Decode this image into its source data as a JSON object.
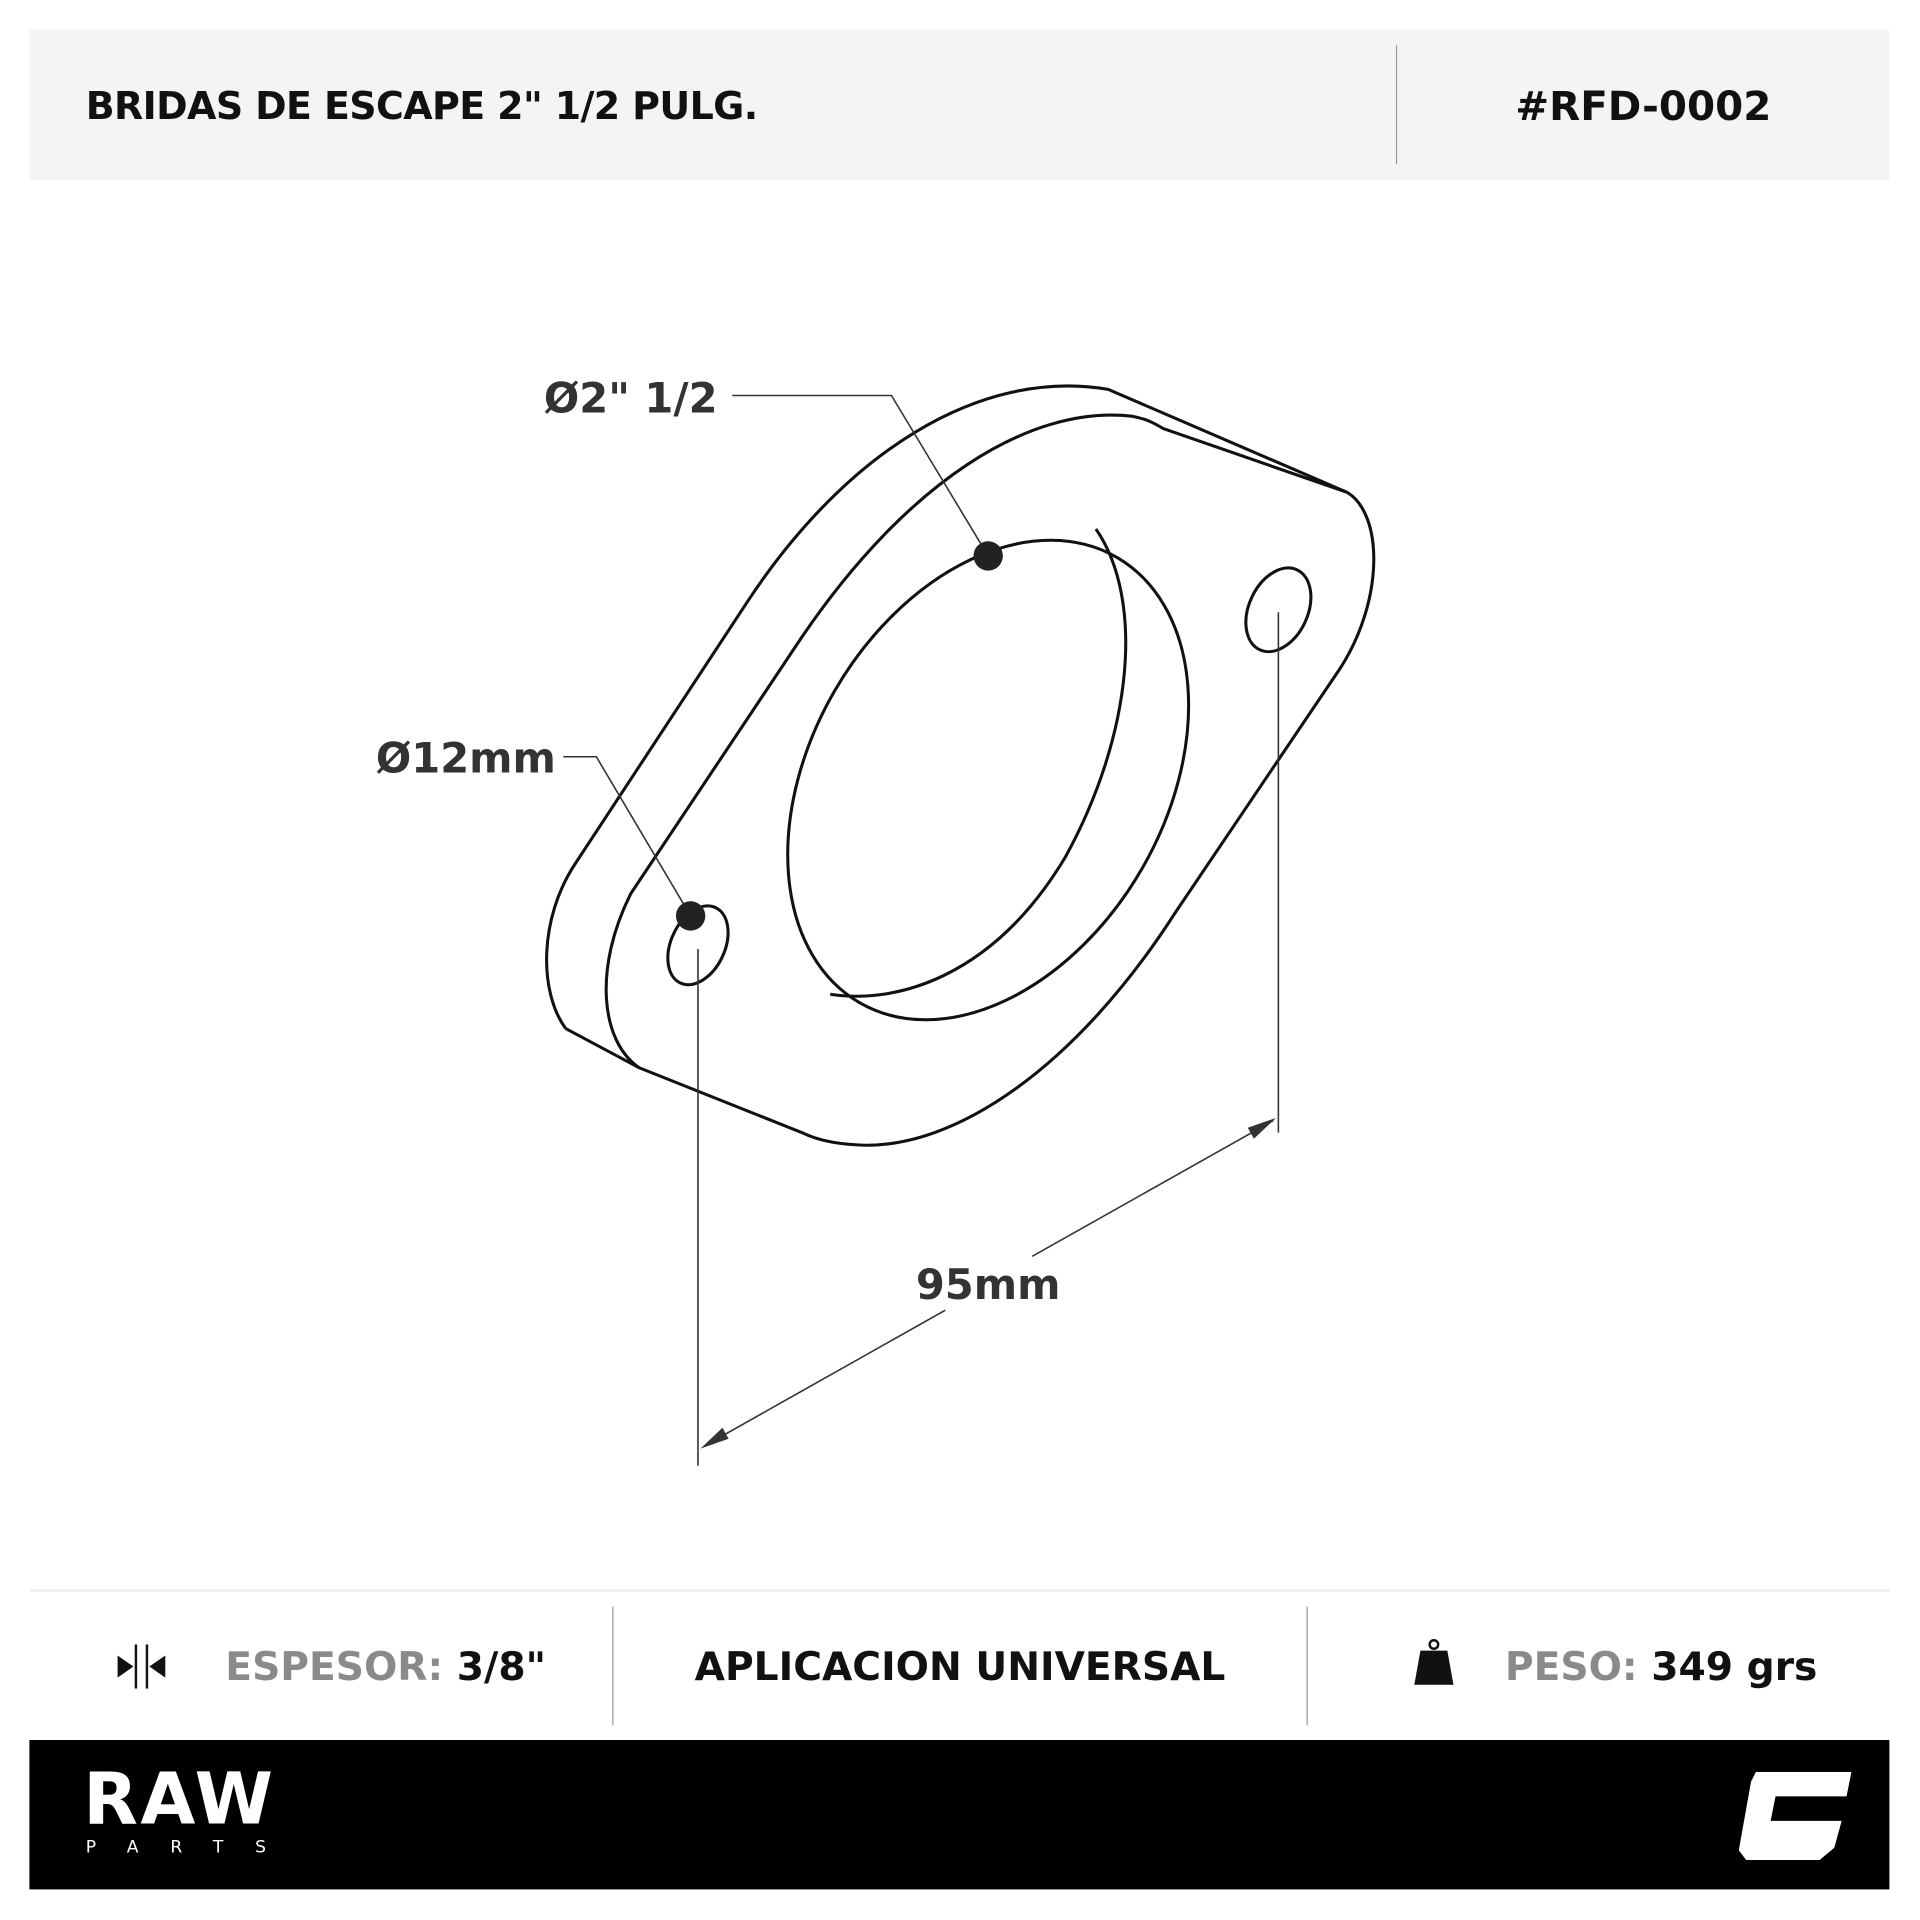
{
  "header": {
    "title": "BRIDAS DE ESCAPE 2\" 1/2 PULG.",
    "code": "#RFD-0002"
  },
  "drawing": {
    "bore_label": "Ø2\" 1/2",
    "hole_label": "Ø12mm",
    "spacing_label": "95mm"
  },
  "specs": {
    "thickness": {
      "icon": "thickness-icon",
      "key": "ESPESOR:",
      "value": "3/8\""
    },
    "application": "APLICACION UNIVERSAL",
    "weight": {
      "icon": "weight-icon",
      "key": "PESO:",
      "value": "349 grs"
    }
  },
  "footer": {
    "brand": "RAW",
    "brand_sub": "PARTS",
    "logo": "C-logo"
  }
}
